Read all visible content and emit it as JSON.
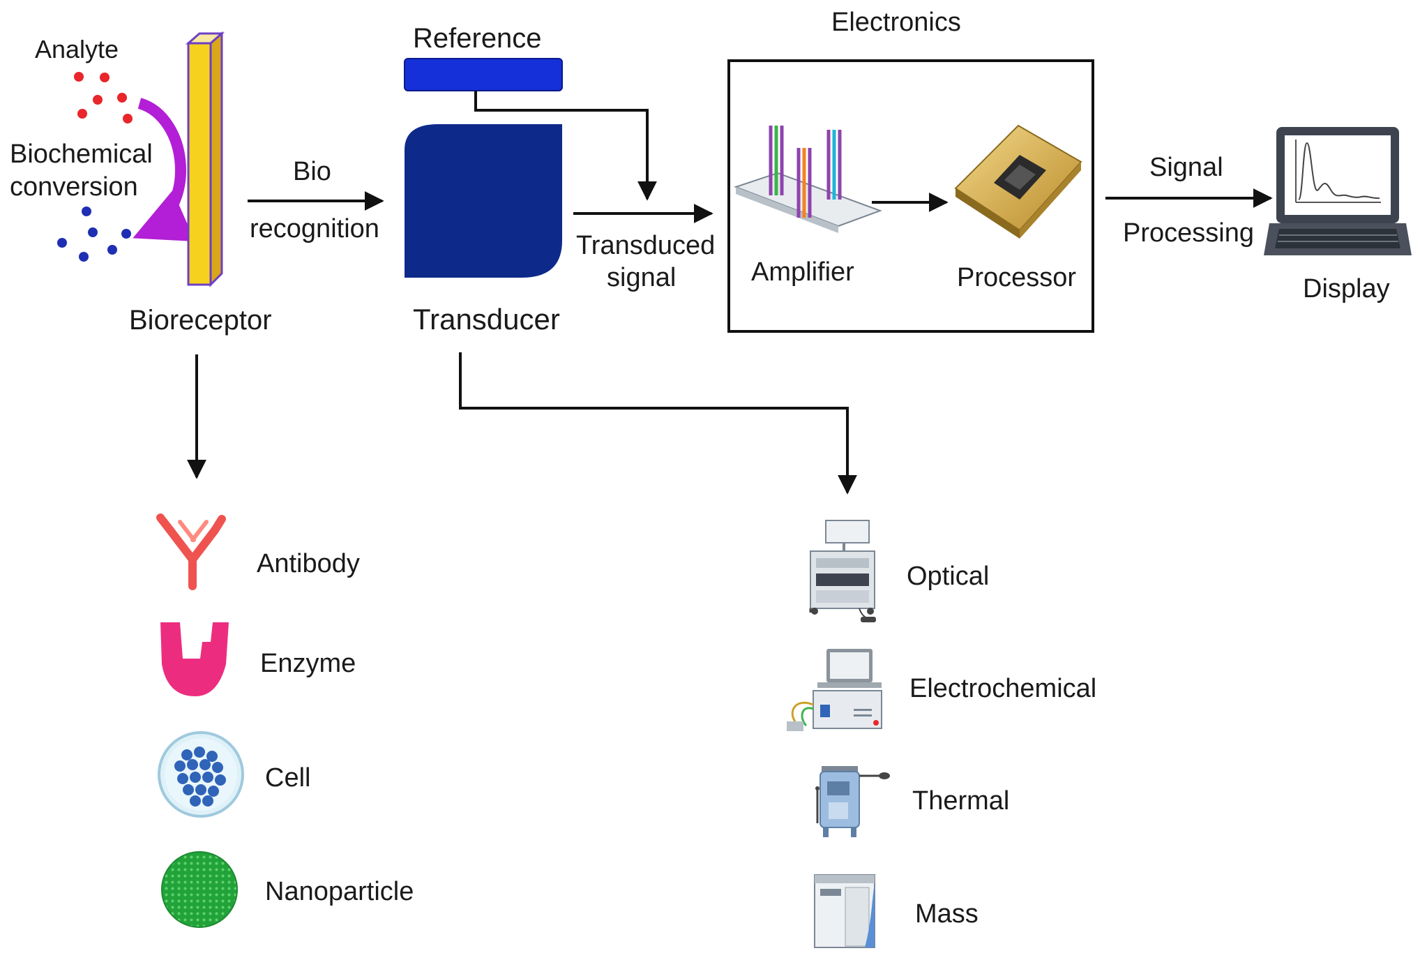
{
  "labels": {
    "analyte": "Analyte",
    "biochemical_line1": "Biochemical",
    "biochemical_line2": "conversion",
    "bioreceptor": "Bioreceptor",
    "bio_line1": "Bio",
    "bio_line2": "recognition",
    "reference": "Reference",
    "transducer": "Transducer",
    "transduced_line1": "Transduced",
    "transduced_line2": "signal",
    "electronics": "Electronics",
    "amplifier": "Amplifier",
    "processor": "Processor",
    "signal_line1": "Signal",
    "signal_line2": "Processing",
    "display": "Display"
  },
  "bioreceptor_types": [
    {
      "label": "Antibody",
      "icon": "antibody-icon"
    },
    {
      "label": "Enzyme",
      "icon": "enzyme-icon"
    },
    {
      "label": "Cell",
      "icon": "cell-icon"
    },
    {
      "label": "Nanoparticle",
      "icon": "nanoparticle-icon"
    }
  ],
  "transducer_types": [
    {
      "label": "Optical",
      "icon": "optical-instrument-icon"
    },
    {
      "label": "Electrochemical",
      "icon": "electrochemical-instrument-icon"
    },
    {
      "label": "Thermal",
      "icon": "thermal-instrument-icon"
    },
    {
      "label": "Mass",
      "icon": "mass-instrument-icon"
    }
  ],
  "colors": {
    "analyte_red": "#e8262b",
    "analyte_blue": "#1f2fb3",
    "conversion_arrow": "#b21fd6",
    "bioreceptor_bar": "#f6d21f",
    "reference_bar": "#1530d8",
    "transducer_block": "#0d2a8a",
    "antibody": "#ef5350",
    "enzyme": "#ec2d7f",
    "cell_dots": "#2f64b8",
    "nanoparticle": "#22a33a"
  }
}
